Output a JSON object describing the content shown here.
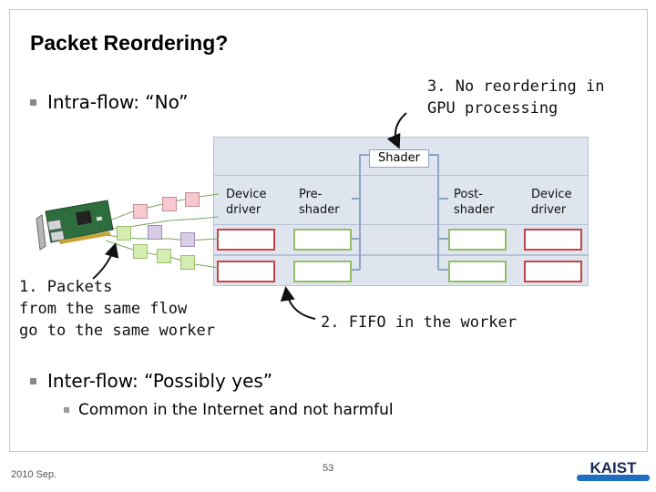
{
  "title": "Packet Reordering?",
  "bullets": {
    "intra_flow": "Intra-flow: “No”",
    "inter_flow": "Inter-flow: “Possibly yes”",
    "inter_flow_sub": "Common in the Internet and not harmful"
  },
  "annotations": {
    "no_reordering": "3. No reordering in\nGPU processing",
    "same_worker": "1. Packets\nfrom the same flow\ngo to the same worker",
    "fifo": "2. FIFO in the worker"
  },
  "diagram": {
    "shader_label": "Shader",
    "device_driver_left": "Device\ndriver",
    "pre_shader": "Pre-\nshader",
    "post_shader": "Post-\nshader",
    "device_driver_right": "Device\ndriver",
    "colors": {
      "band": "#dfe5ee",
      "driver_box": "#c44545",
      "shader_box": "#94bd6a",
      "packet_pink": "#f7c8cf",
      "packet_lavender": "#d9cde6",
      "packet_lime": "#d5ecb1"
    }
  },
  "footer": {
    "date": "2010 Sep.",
    "page_number": "53",
    "logo_text": "KAIST"
  }
}
